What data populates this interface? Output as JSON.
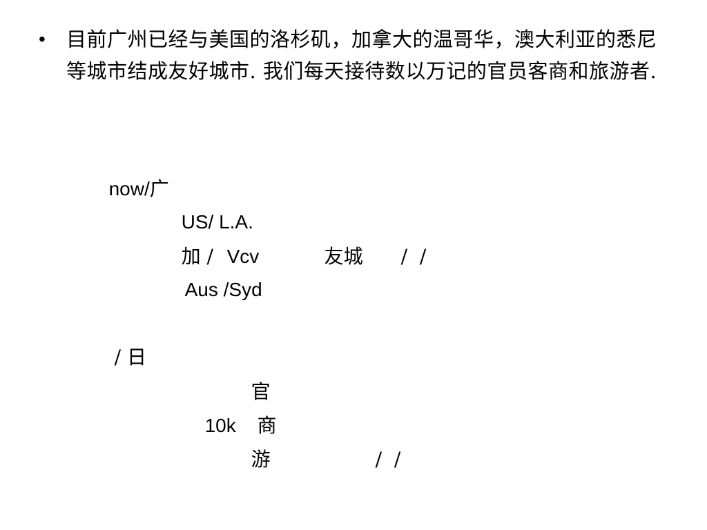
{
  "bullet": {
    "marker": "•",
    "text": "目前广州已经与美国的洛杉矶，加拿大的温哥华，澳大利亚的悉尼等城市结成友好城市. 我们每天接待数以万记的官员客商和旅游者."
  },
  "notes": {
    "now": "now/广",
    "us": "US/ L.A.",
    "ca_prefix": "加 /",
    "ca_city": "Vcv",
    "friend_city": "友城",
    "slashes_1": "/  /",
    "aus": "Aus /Syd",
    "per_day": "/ 日",
    "official": "官",
    "ten_k": "10k",
    "merchant": "商",
    "tourist": "游",
    "slashes_2": "/  /"
  }
}
